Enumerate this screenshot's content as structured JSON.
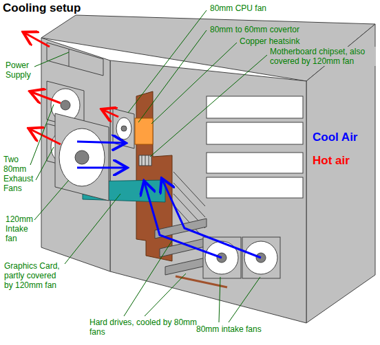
{
  "diagram": {
    "title": "Cooling setup",
    "labels": [
      "80mm CPU fan",
      "80mm to 60mm covertor",
      "Copper heatsink",
      "Motherboard chipset, also covered by 120mm fan",
      "Power Supply",
      "Two 80mm Exhaust Fans",
      "120mm Intake fan",
      "Graphics Card, partly covered by 120mm fan",
      "Hard drives, cooled by 80mm fans",
      "80mm intake fans"
    ],
    "legend": [
      {
        "text": "Cool Air",
        "color": "#0000ff"
      },
      {
        "text": "Hot air",
        "color": "#ff0000"
      }
    ]
  }
}
